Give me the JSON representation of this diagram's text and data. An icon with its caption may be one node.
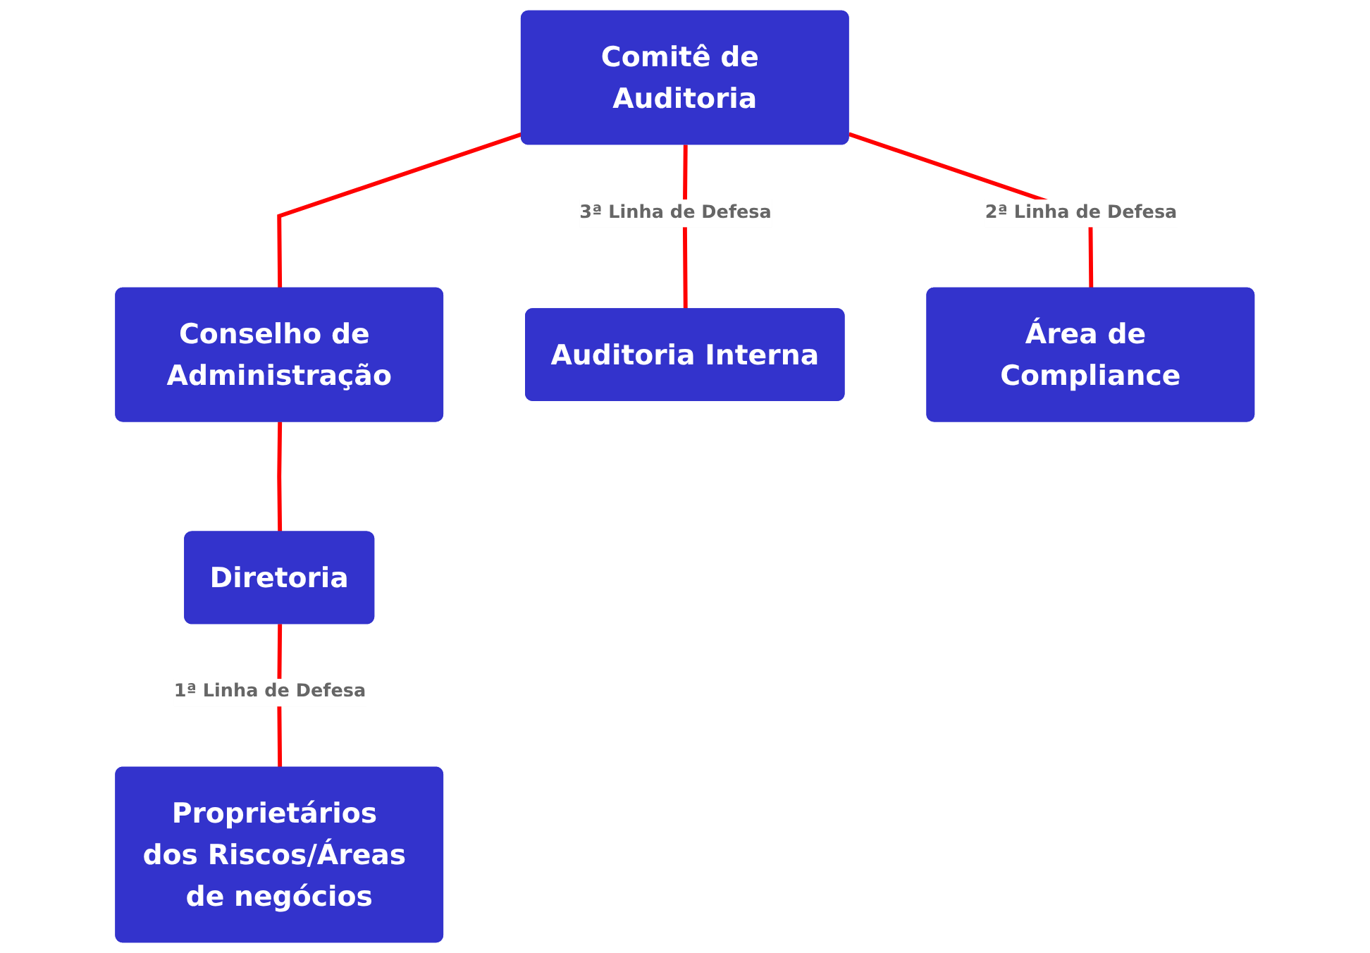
{
  "diagram": {
    "nodes": [
      {
        "text": [
          "Comitê de Auditoria"
        ]
      },
      {
        "text": [
          "Conselho de Administração"
        ]
      },
      {
        "text": [
          "Auditoria Interna"
        ]
      },
      {
        "text": [
          "Diretoria"
        ]
      },
      {
        "text": [
          "Área de Compliance"
        ]
      },
      {
        "text": [
          "Proprietários dos Riscos/Áreas de negócios"
        ]
      }
    ],
    "edges": [
      {
        "from": 0,
        "to": 1,
        "arrow": "none"
      },
      {
        "from": 0,
        "to": 2,
        "arrow": "none",
        "label": "3ª Linha de Defesa"
      },
      {
        "from": 0,
        "to": 4,
        "arrow": "none",
        "label": "2ª Linha de Defesa"
      },
      {
        "from": 1,
        "to": 3,
        "arrow": "none"
      },
      {
        "from": 3,
        "to": 5,
        "arrow": "none",
        "label": "1ª Linha de Defesa"
      }
    ]
  }
}
